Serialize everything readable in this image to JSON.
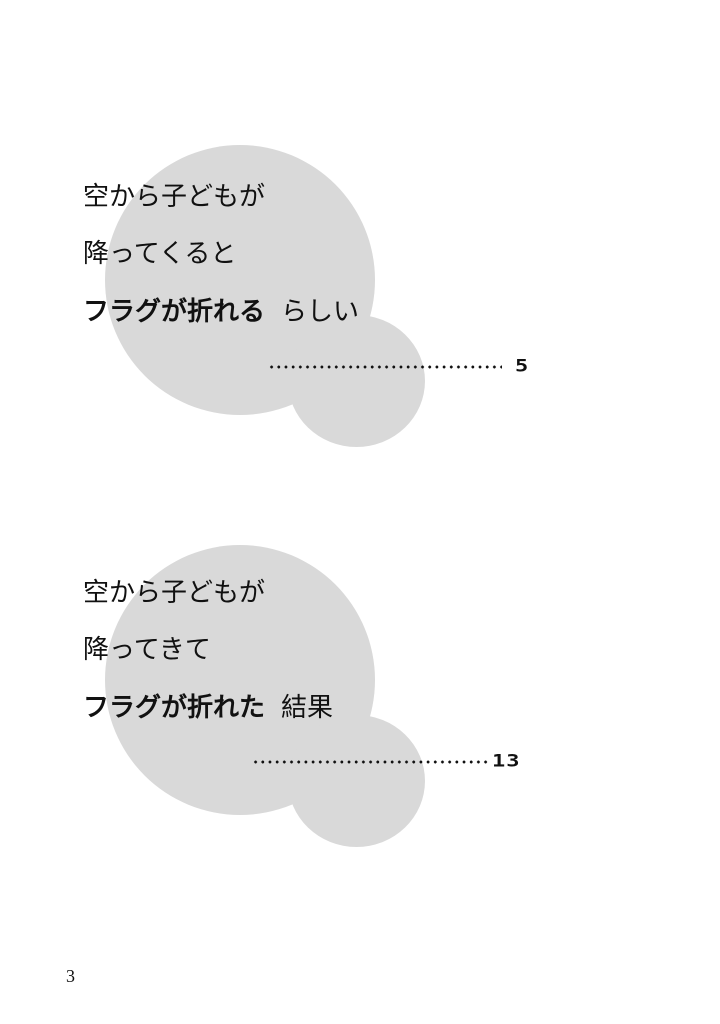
{
  "page": {
    "number": "3",
    "background": "#ffffff",
    "circle_color": "#d9d9d9",
    "text_color": "#111111"
  },
  "toc": [
    {
      "line1": "空から子どもが",
      "line2": "降ってくると",
      "line3_bold": "フラグが折れる",
      "line3_plain": "らしい",
      "leader": "dotted",
      "page": "5"
    },
    {
      "line1": "空から子どもが",
      "line2": "降ってきて",
      "line3_bold": "フラグが折れた",
      "line3_plain": "結果",
      "leader": "dotted",
      "page": "13"
    }
  ]
}
